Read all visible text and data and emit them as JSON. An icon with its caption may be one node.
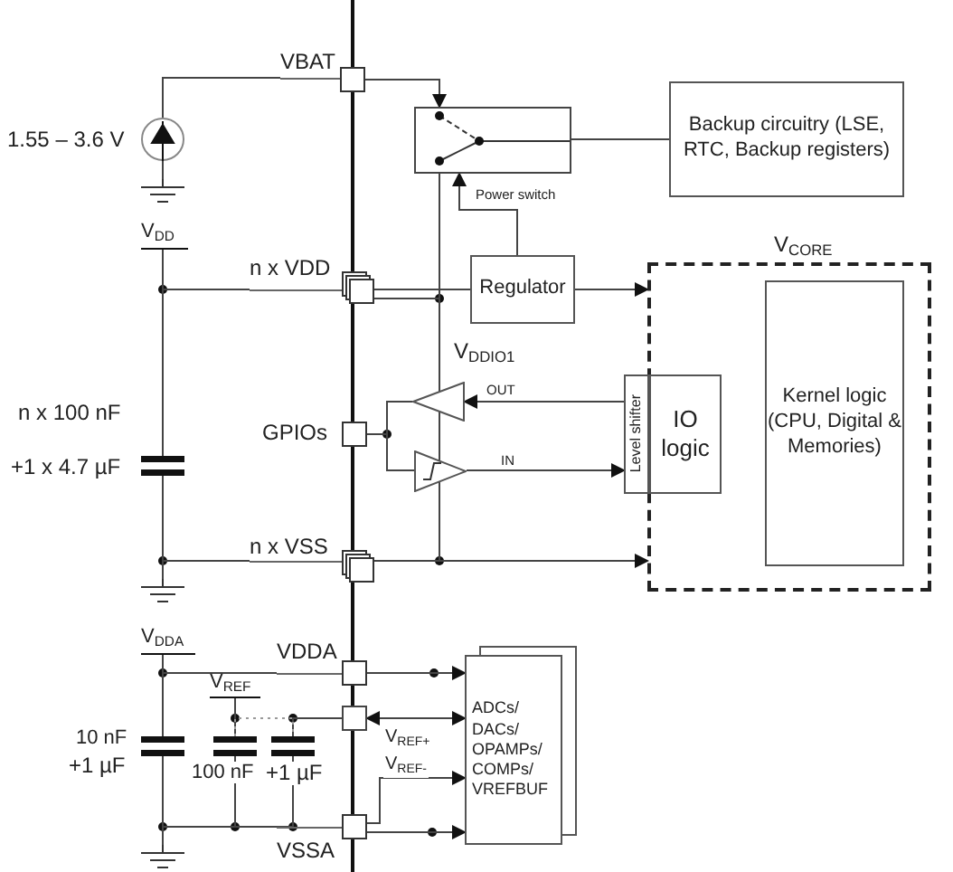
{
  "diagram": {
    "nodes": [
      {
        "text": [
          "Backup circuitry (LSE, RTC, Backup registers)"
        ]
      },
      {
        "text": [],
        "shape": "box"
      },
      {
        "text": [
          "Regulator"
        ]
      },
      {
        "text": [
          "V$_{CORE}$"
        ]
      },
      {
        "text": [
          "Level shifter"
        ]
      },
      {
        "text": [
          "IO logic"
        ],
        "in": 3
      },
      {
        "text": [
          "Kernel logic (CPU, Digital & Memories)"
        ],
        "in": 3
      },
      {
        "text": [
          "ADCs/ DACs/ OPAMPs/ COMPs/ VREFBUF"
        ]
      },
      {
        "text": [],
        "shape": "triangle"
      },
      {
        "text": [],
        "shape": "triangle"
      },
      {
        "text": [
          "VBAT"
        ]
      },
      {
        "text": [
          "n x VDD"
        ]
      },
      {
        "text": [
          "GPIOs"
        ]
      },
      {
        "text": [
          "n x VSS"
        ]
      },
      {
        "text": [
          "VDDA"
        ]
      },
      {
        "text": [],
        "shape": "box"
      },
      {
        "text": [
          "VSSA"
        ]
      },
      {
        "text": [],
        "shape": "circle",
        "beside": [
          "1.55 – 3.6 V"
        ]
      },
      {
        "text": [],
        "shape": "ground"
      },
      {
        "text": [],
        "shape": "capacitor",
        "beside": [
          "n x 100 nF",
          "+1 x 4.7 µF"
        ]
      },
      {
        "text": [],
        "shape": "ground"
      },
      {
        "text": [],
        "shape": "capacitor",
        "beside": [
          "10 nF",
          "+1 µF"
        ]
      },
      {
        "text": [],
        "shape": "capacitor",
        "beside": [
          "100 nF"
        ]
      },
      {
        "text": [],
        "shape": "capacitor",
        "beside": [
          "+1 µF"
        ]
      },
      {
        "text": [],
        "shape": "ground"
      },
      {
        "text": [
          "V$_{DD}$"
        ]
      },
      {
        "text": [
          "V$_{DDA}$"
        ]
      },
      {
        "text": [
          "V$_{REF}$"
        ]
      }
    ],
    "edges": [
      {
        "from": 10,
        "to": 1,
        "arrow": "to"
      },
      {
        "from": 1,
        "to": 0,
        "arrow": "none"
      },
      {
        "from": 2,
        "to": 1,
        "arrow": "to",
        "label": "Power switch"
      },
      {
        "from": 2,
        "to": 3,
        "arrow": "to"
      },
      {
        "from": 11,
        "to": 2,
        "arrow": "none"
      },
      {
        "from": 4,
        "to": 8,
        "arrow": "to",
        "label": "OUT"
      },
      {
        "from": 9,
        "to": 4,
        "arrow": "to",
        "label": "IN"
      },
      {
        "from": 12,
        "to": 8,
        "arrow": "none"
      },
      {
        "from": 12,
        "to": 9,
        "arrow": "none"
      },
      {
        "from": 13,
        "to": 3,
        "arrow": "to"
      },
      {
        "from": 14,
        "to": 7,
        "arrow": "to"
      },
      {
        "from": 15,
        "to": 7,
        "arrow": "both",
        "label": "V$_{REF+}$"
      },
      {
        "from": 16,
        "to": 7,
        "arrow": "to",
        "label": "V$_{REF-}$"
      },
      {
        "from": 16,
        "to": 7,
        "arrow": "to"
      },
      {
        "from": 1,
        "to": 11,
        "arrow": "none"
      },
      {
        "from": 11,
        "to": 13,
        "arrow": "none",
        "label": "V$_{DDIO1}$"
      },
      {
        "from": 10,
        "to": 17,
        "arrow": "none"
      },
      {
        "from": 17,
        "to": 18,
        "arrow": "none"
      },
      {
        "from": 25,
        "to": 19,
        "arrow": "none"
      },
      {
        "from": 11,
        "to": 19,
        "arrow": "none"
      },
      {
        "from": 19,
        "to": 20,
        "arrow": "none"
      },
      {
        "from": 13,
        "to": 20,
        "arrow": "none"
      },
      {
        "from": 26,
        "to": 21,
        "arrow": "none"
      },
      {
        "from": 14,
        "to": 21,
        "arrow": "none"
      },
      {
        "from": 21,
        "to": 24,
        "arrow": "none"
      },
      {
        "from": 16,
        "to": 24,
        "arrow": "none"
      },
      {
        "from": 27,
        "to": 22,
        "arrow": "none"
      },
      {
        "from": 15,
        "to": 23,
        "arrow": "none"
      },
      {
        "from": 22,
        "to": 23,
        "arrow": "none",
        "style": "dashed"
      },
      {
        "from": 22,
        "to": 16,
        "arrow": "none"
      },
      {
        "from": 23,
        "to": 16,
        "arrow": "none"
      }
    ]
  }
}
